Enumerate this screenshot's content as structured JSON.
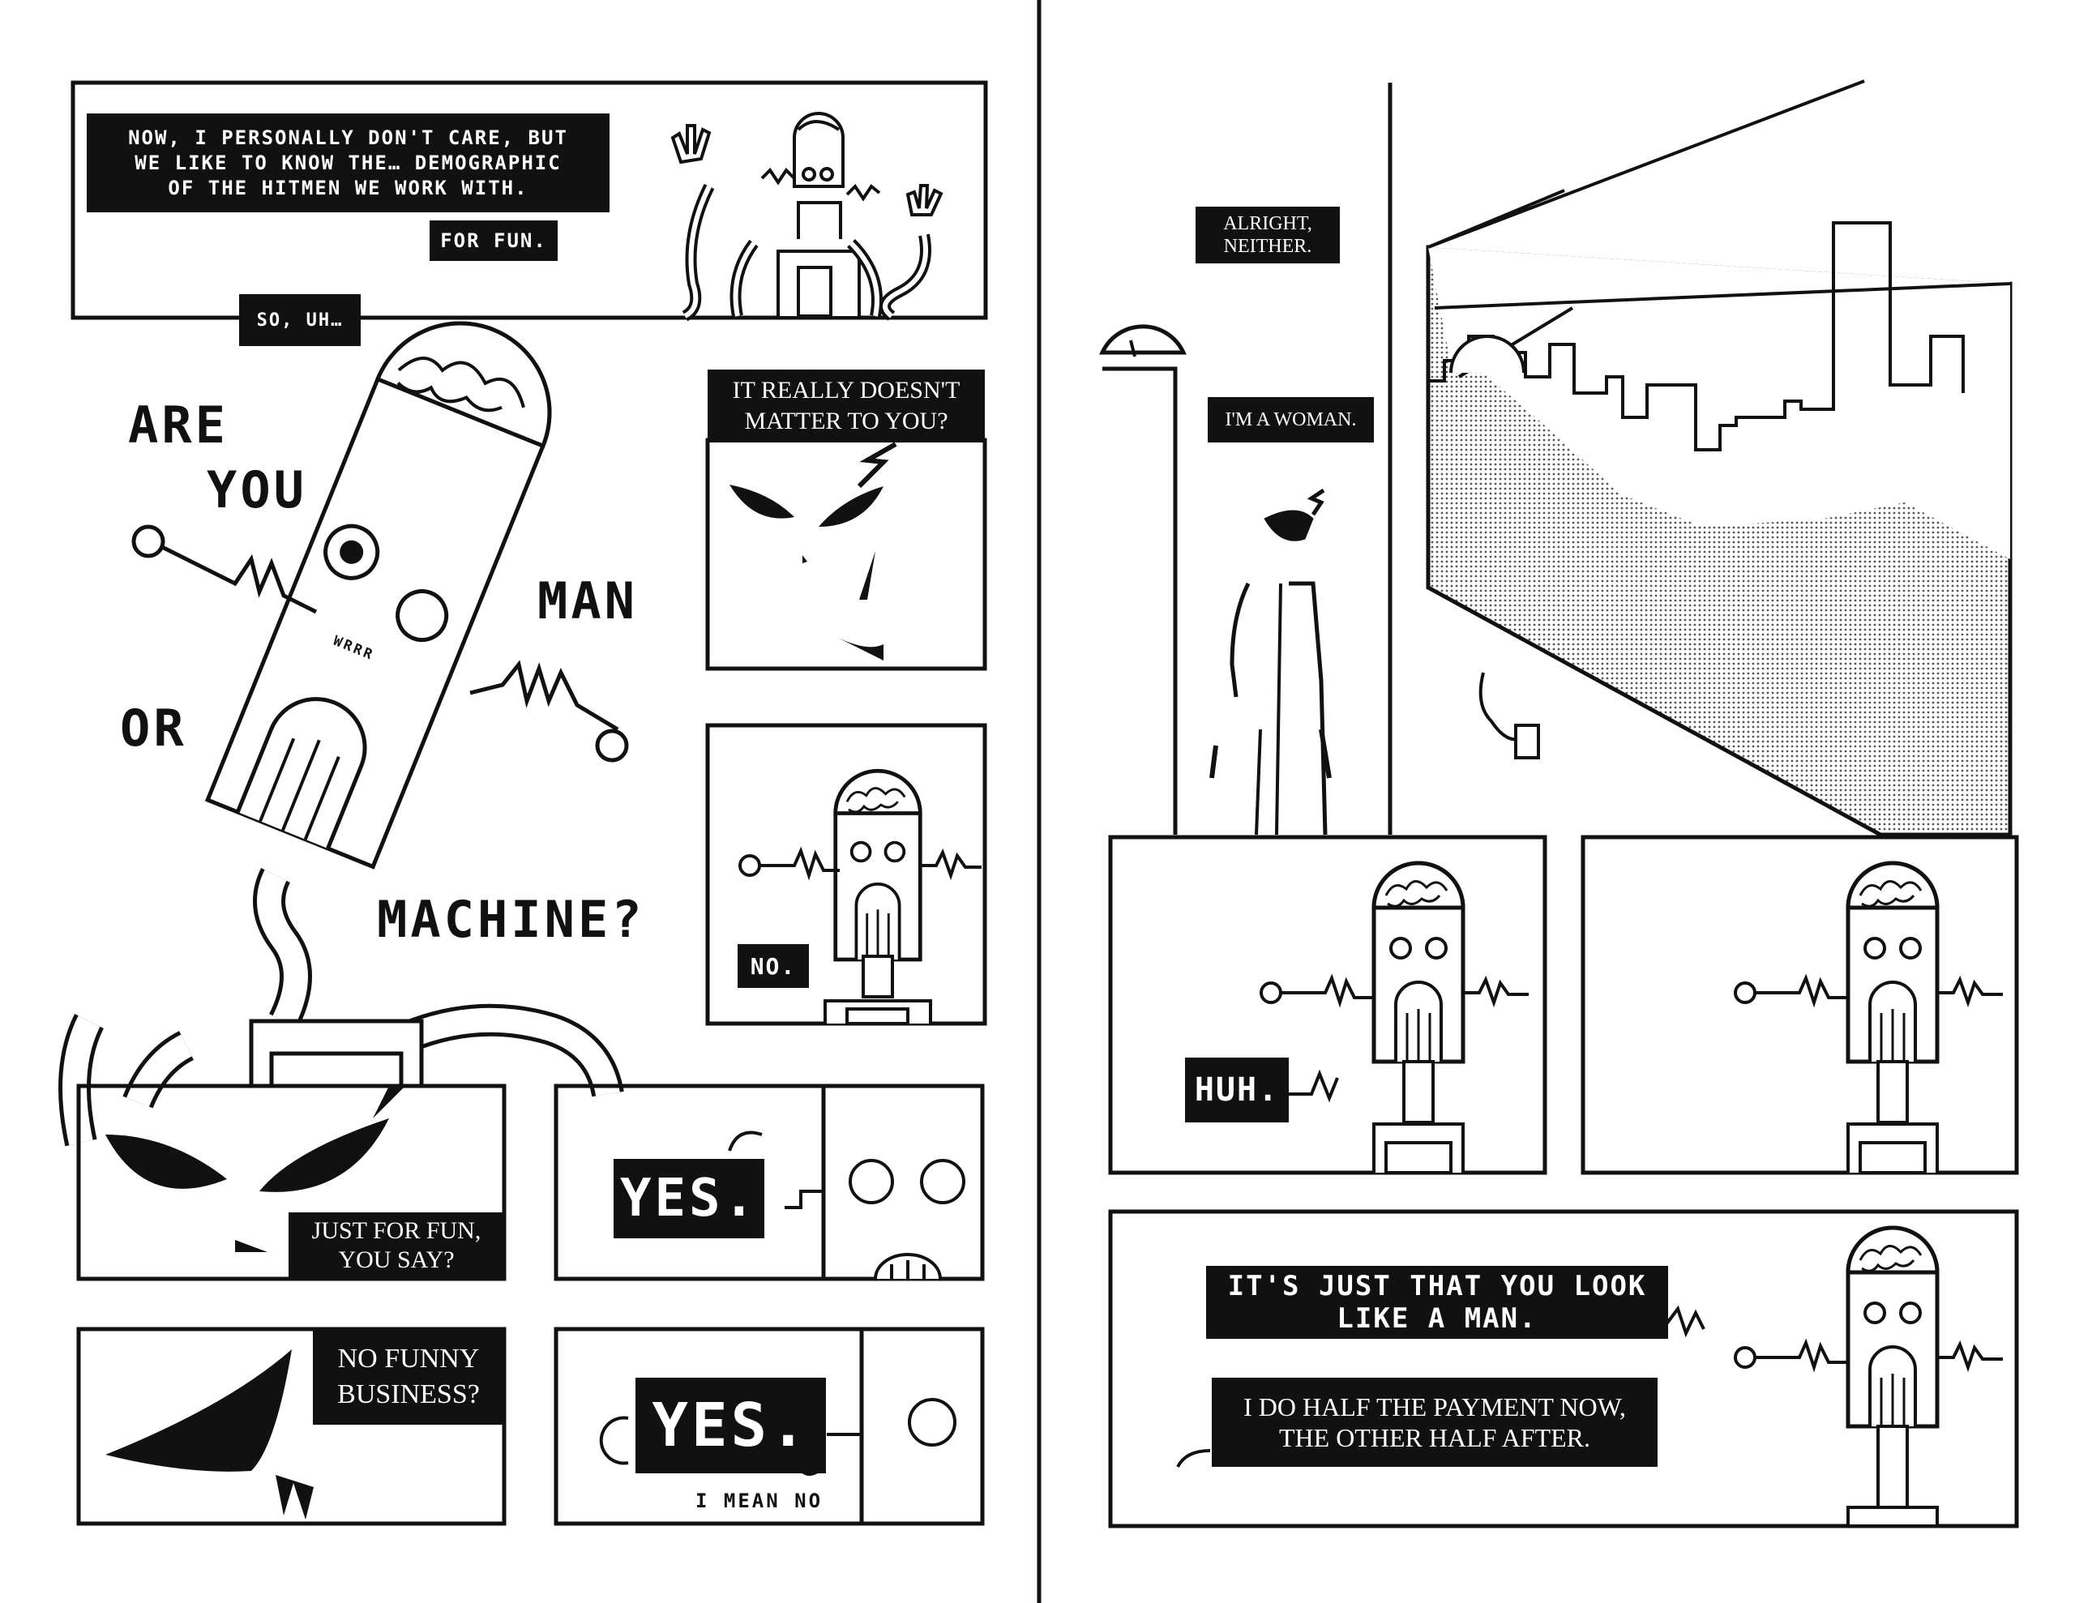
{
  "colors": {
    "ink": "#111111",
    "paper": "#ffffff"
  },
  "left_page": {
    "panel1": {
      "caption_main": "NOW, I PERSONALLY DON'T CARE, BUT\nWE LIKE TO KNOW THE… DEMOGRAPHIC\nOF THE HITMEN WE WORK WITH.",
      "caption_fun": "FOR FUN.",
      "caption_uh": "SO, UH…"
    },
    "big_words": {
      "are": "ARE",
      "you": "YOU",
      "man": "MAN",
      "or": "OR",
      "machine": "MACHINE?"
    },
    "fan_sound": "WRRR",
    "panel_matter": {
      "caption": "IT REALLY DOESN'T\nMATTER TO YOU?"
    },
    "panel_no": {
      "caption": "NO."
    },
    "panel_just_for_fun": {
      "caption": "JUST FOR FUN,\nYOU SAY?"
    },
    "panel_yes1": {
      "caption": "YES."
    },
    "panel_funny": {
      "caption": "NO FUNNY\nBUSINESS?"
    },
    "panel_yes2": {
      "caption": "YES.",
      "note": "I MEAN NO"
    }
  },
  "right_page": {
    "caption_alright": "ALRIGHT,\nNEITHER.",
    "caption_woman": "I'M A WOMAN.",
    "panel_huh": {
      "caption": "HUH."
    },
    "panel_final": {
      "caption_man": "IT'S JUST THAT YOU LOOK\nLIKE A MAN.",
      "caption_payment": "I DO HALF THE PAYMENT NOW,\nTHE OTHER HALF AFTER."
    }
  }
}
